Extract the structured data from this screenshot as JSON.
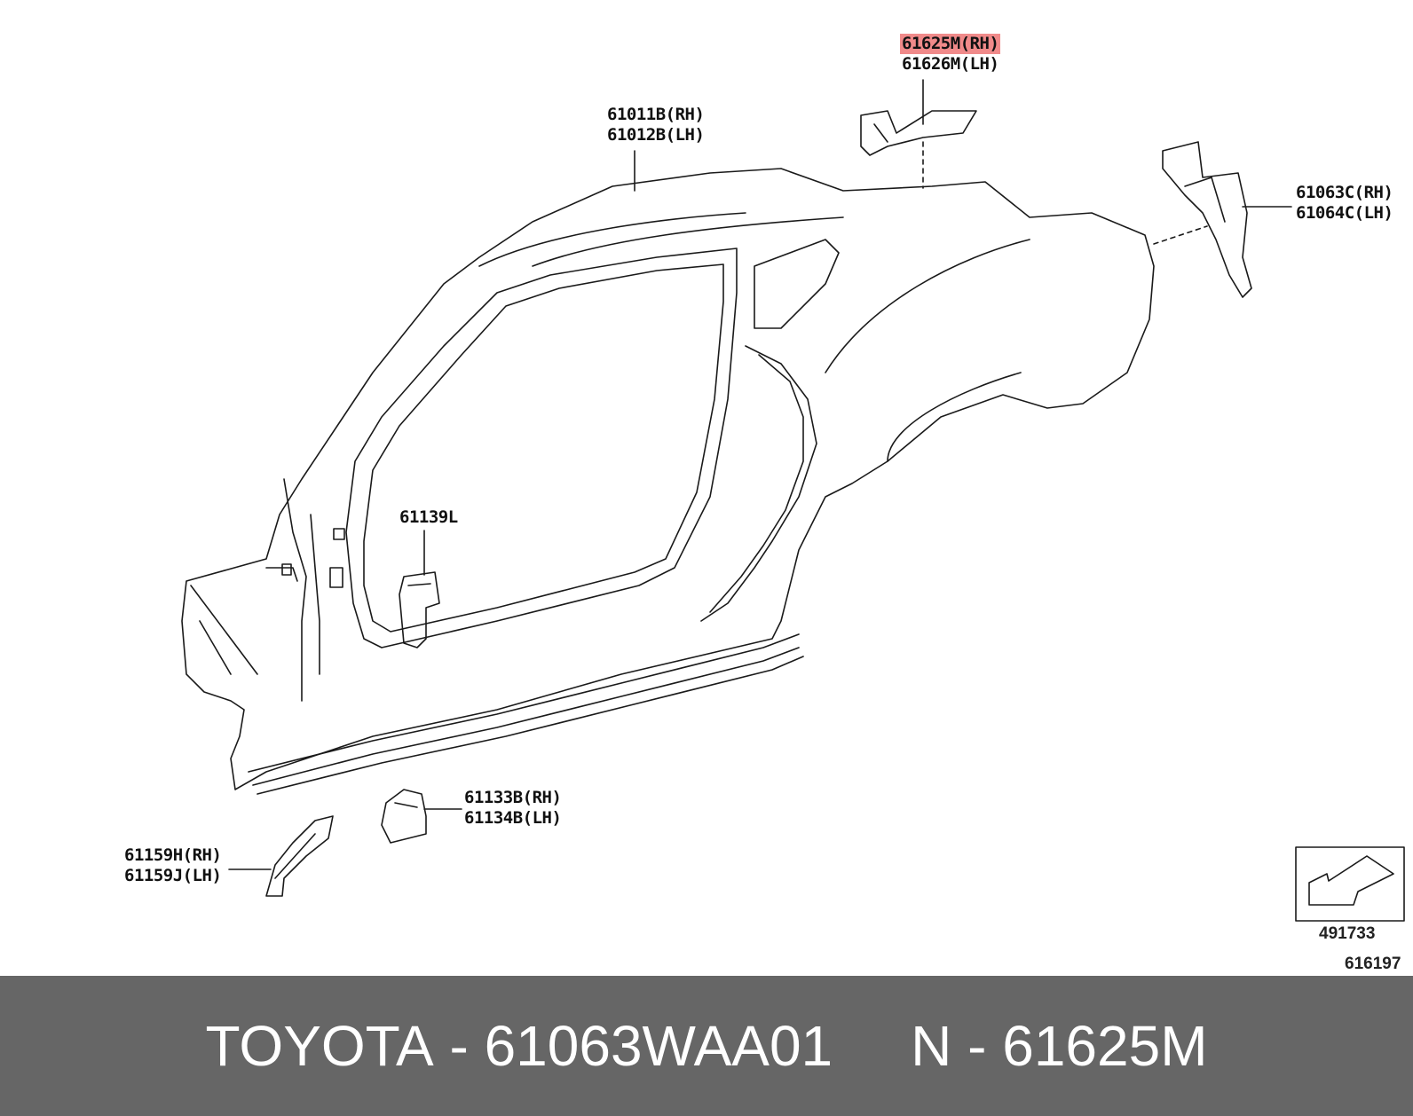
{
  "callouts": {
    "c61625": {
      "rh": "61625M(RH)",
      "lh": "61626M(LH)"
    },
    "c61011": {
      "rh": "61011B(RH)",
      "lh": "61012B(LH)"
    },
    "c61063": {
      "rh": "61063C(RH)",
      "lh": "61064C(LH)"
    },
    "c61139": {
      "label": "61139L"
    },
    "c61133": {
      "rh": "61133B(RH)",
      "lh": "61134B(LH)"
    },
    "c61159": {
      "rh": "61159H(RH)",
      "lh": "61159J(LH)"
    }
  },
  "highlight_color": "#f08a8a",
  "orientation_icon": "front-direction-arrow-icon",
  "ref_number": "491733",
  "figure_number": "616197",
  "footer": {
    "brand": "TOYOTA",
    "sep1": "-",
    "part_number": "61063WAA01",
    "n_label": "N",
    "sep2": "-",
    "n_number": "61625M"
  }
}
